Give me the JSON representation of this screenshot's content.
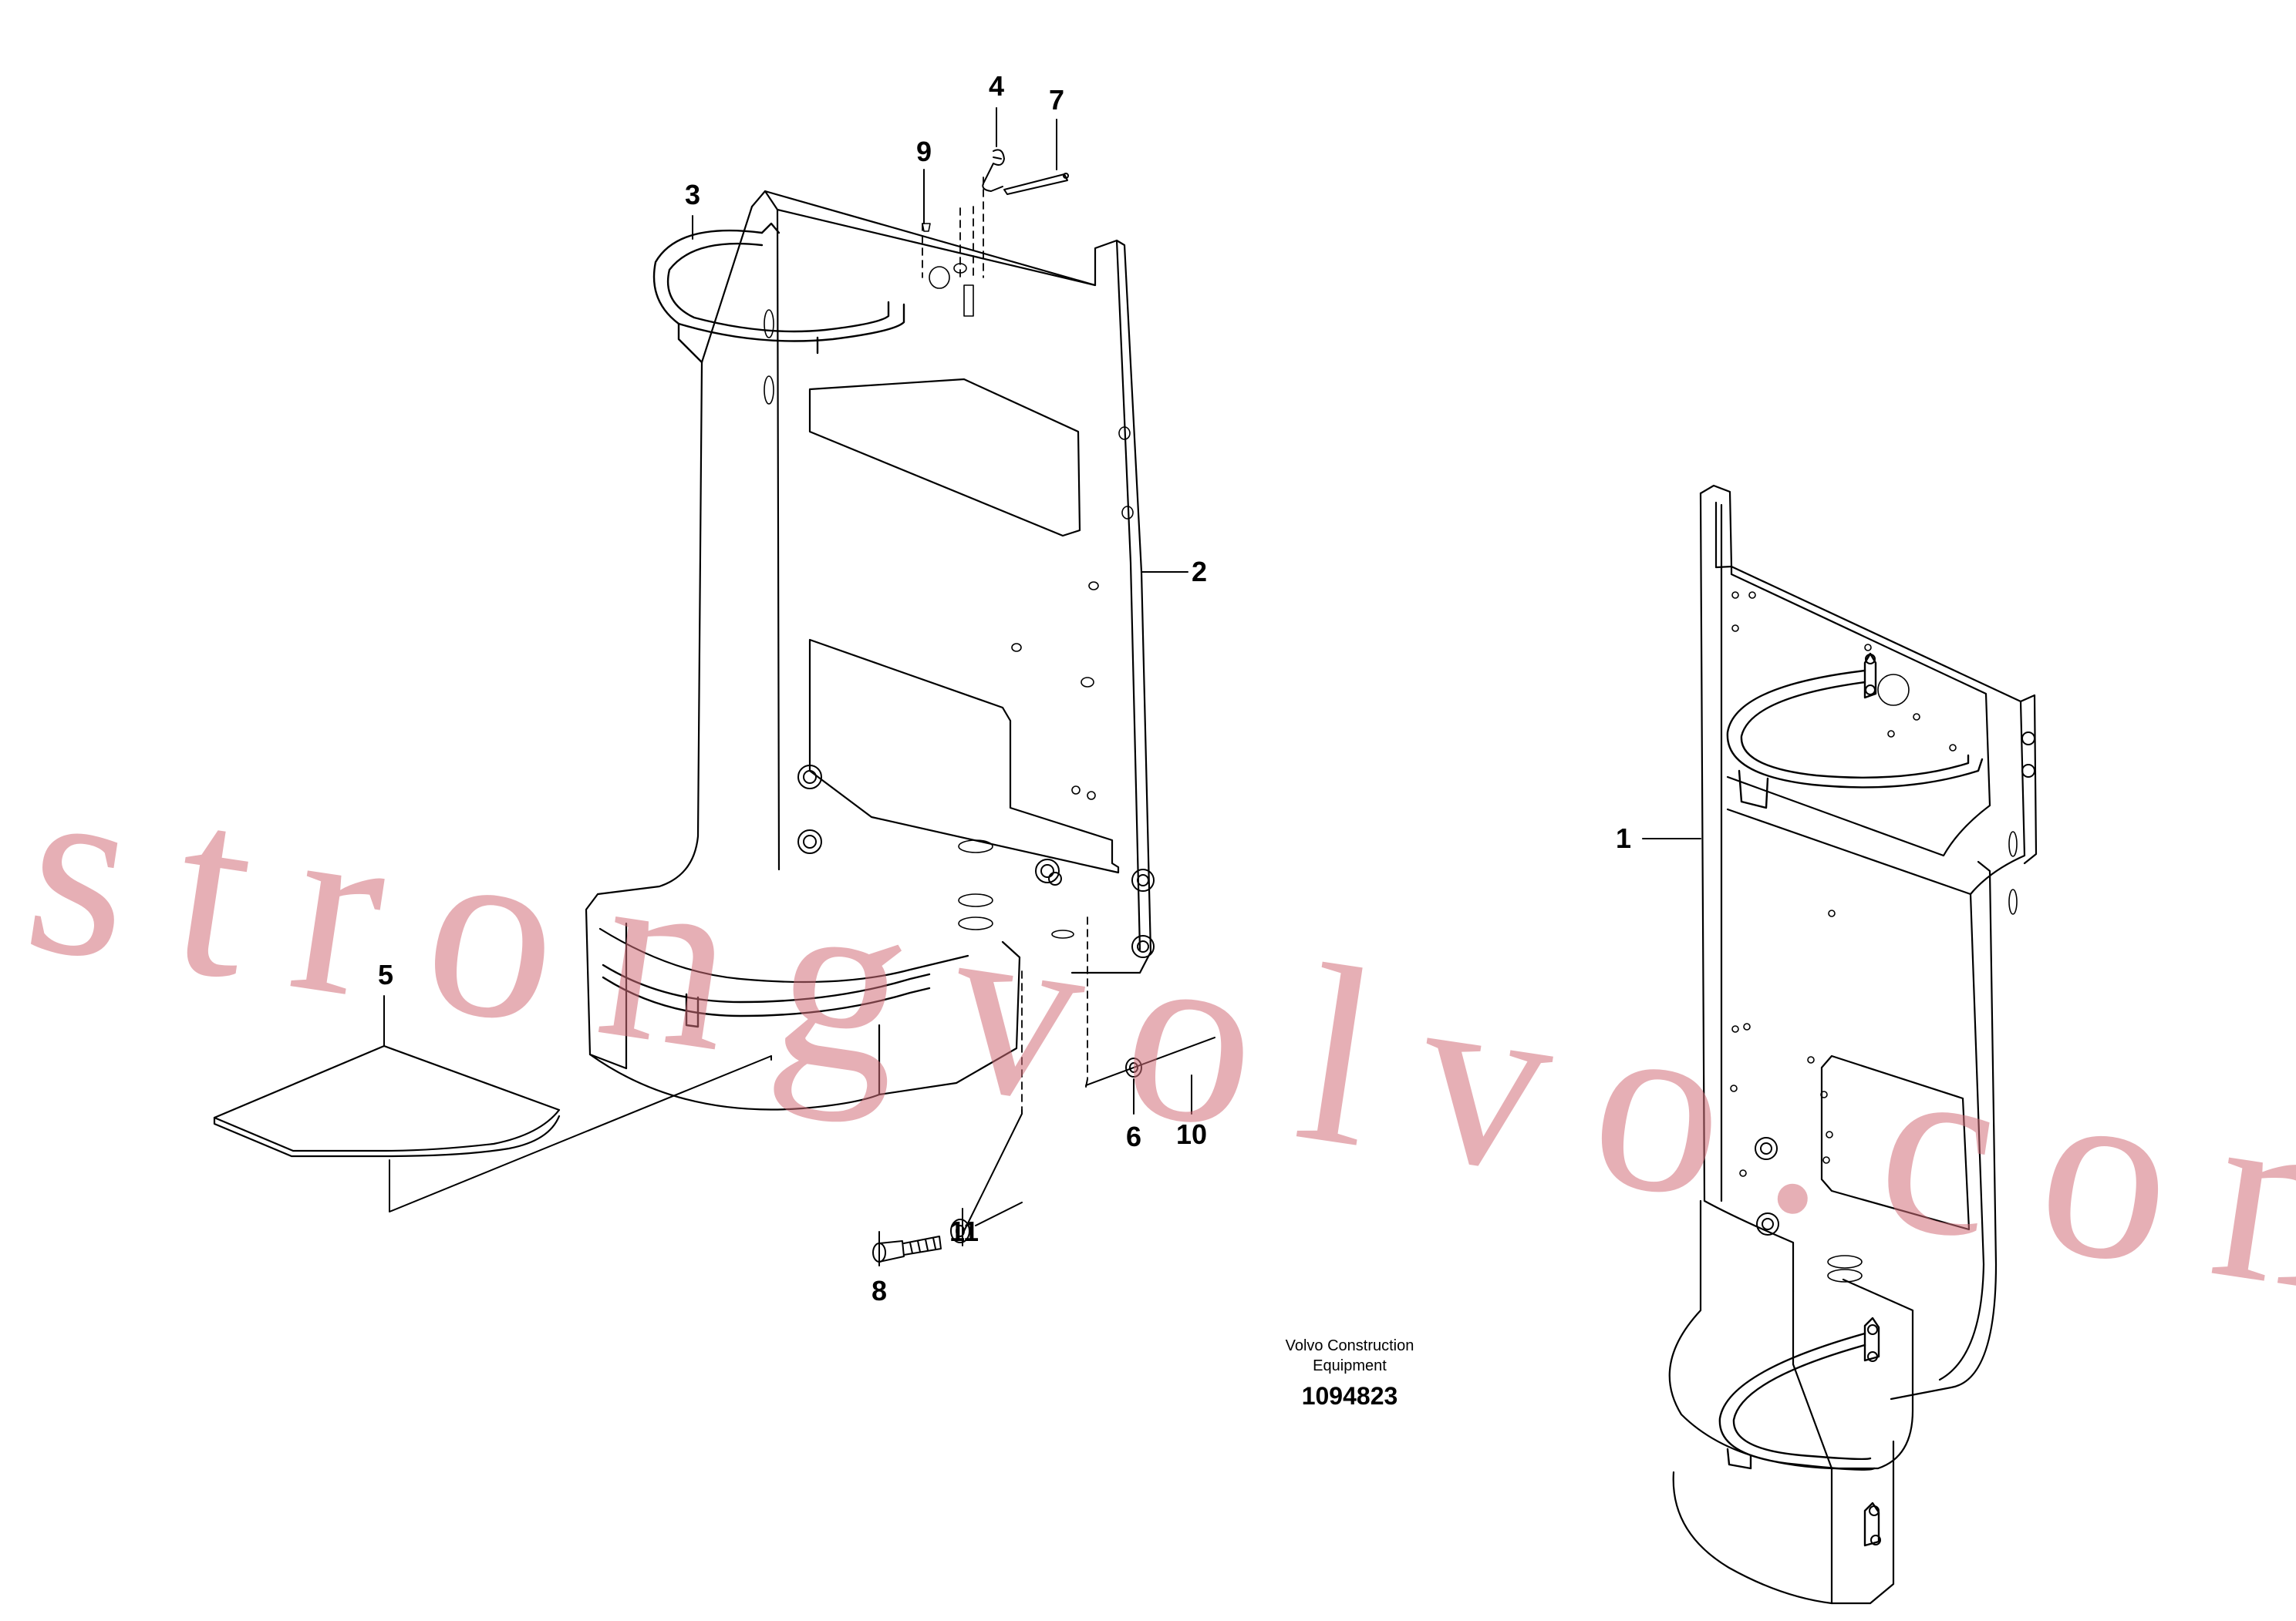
{
  "diagram": {
    "callouts": [
      "1",
      "2",
      "3",
      "4",
      "5",
      "6",
      "7",
      "8",
      "9",
      "10",
      "11"
    ],
    "brand": {
      "line1": "Volvo Construction",
      "line2": "Equipment",
      "drawing_number": "1094823"
    },
    "watermark": "strongvolvo.com",
    "colors": {
      "line": "#000000",
      "watermark": "#d26e78",
      "background": "#ffffff"
    }
  }
}
